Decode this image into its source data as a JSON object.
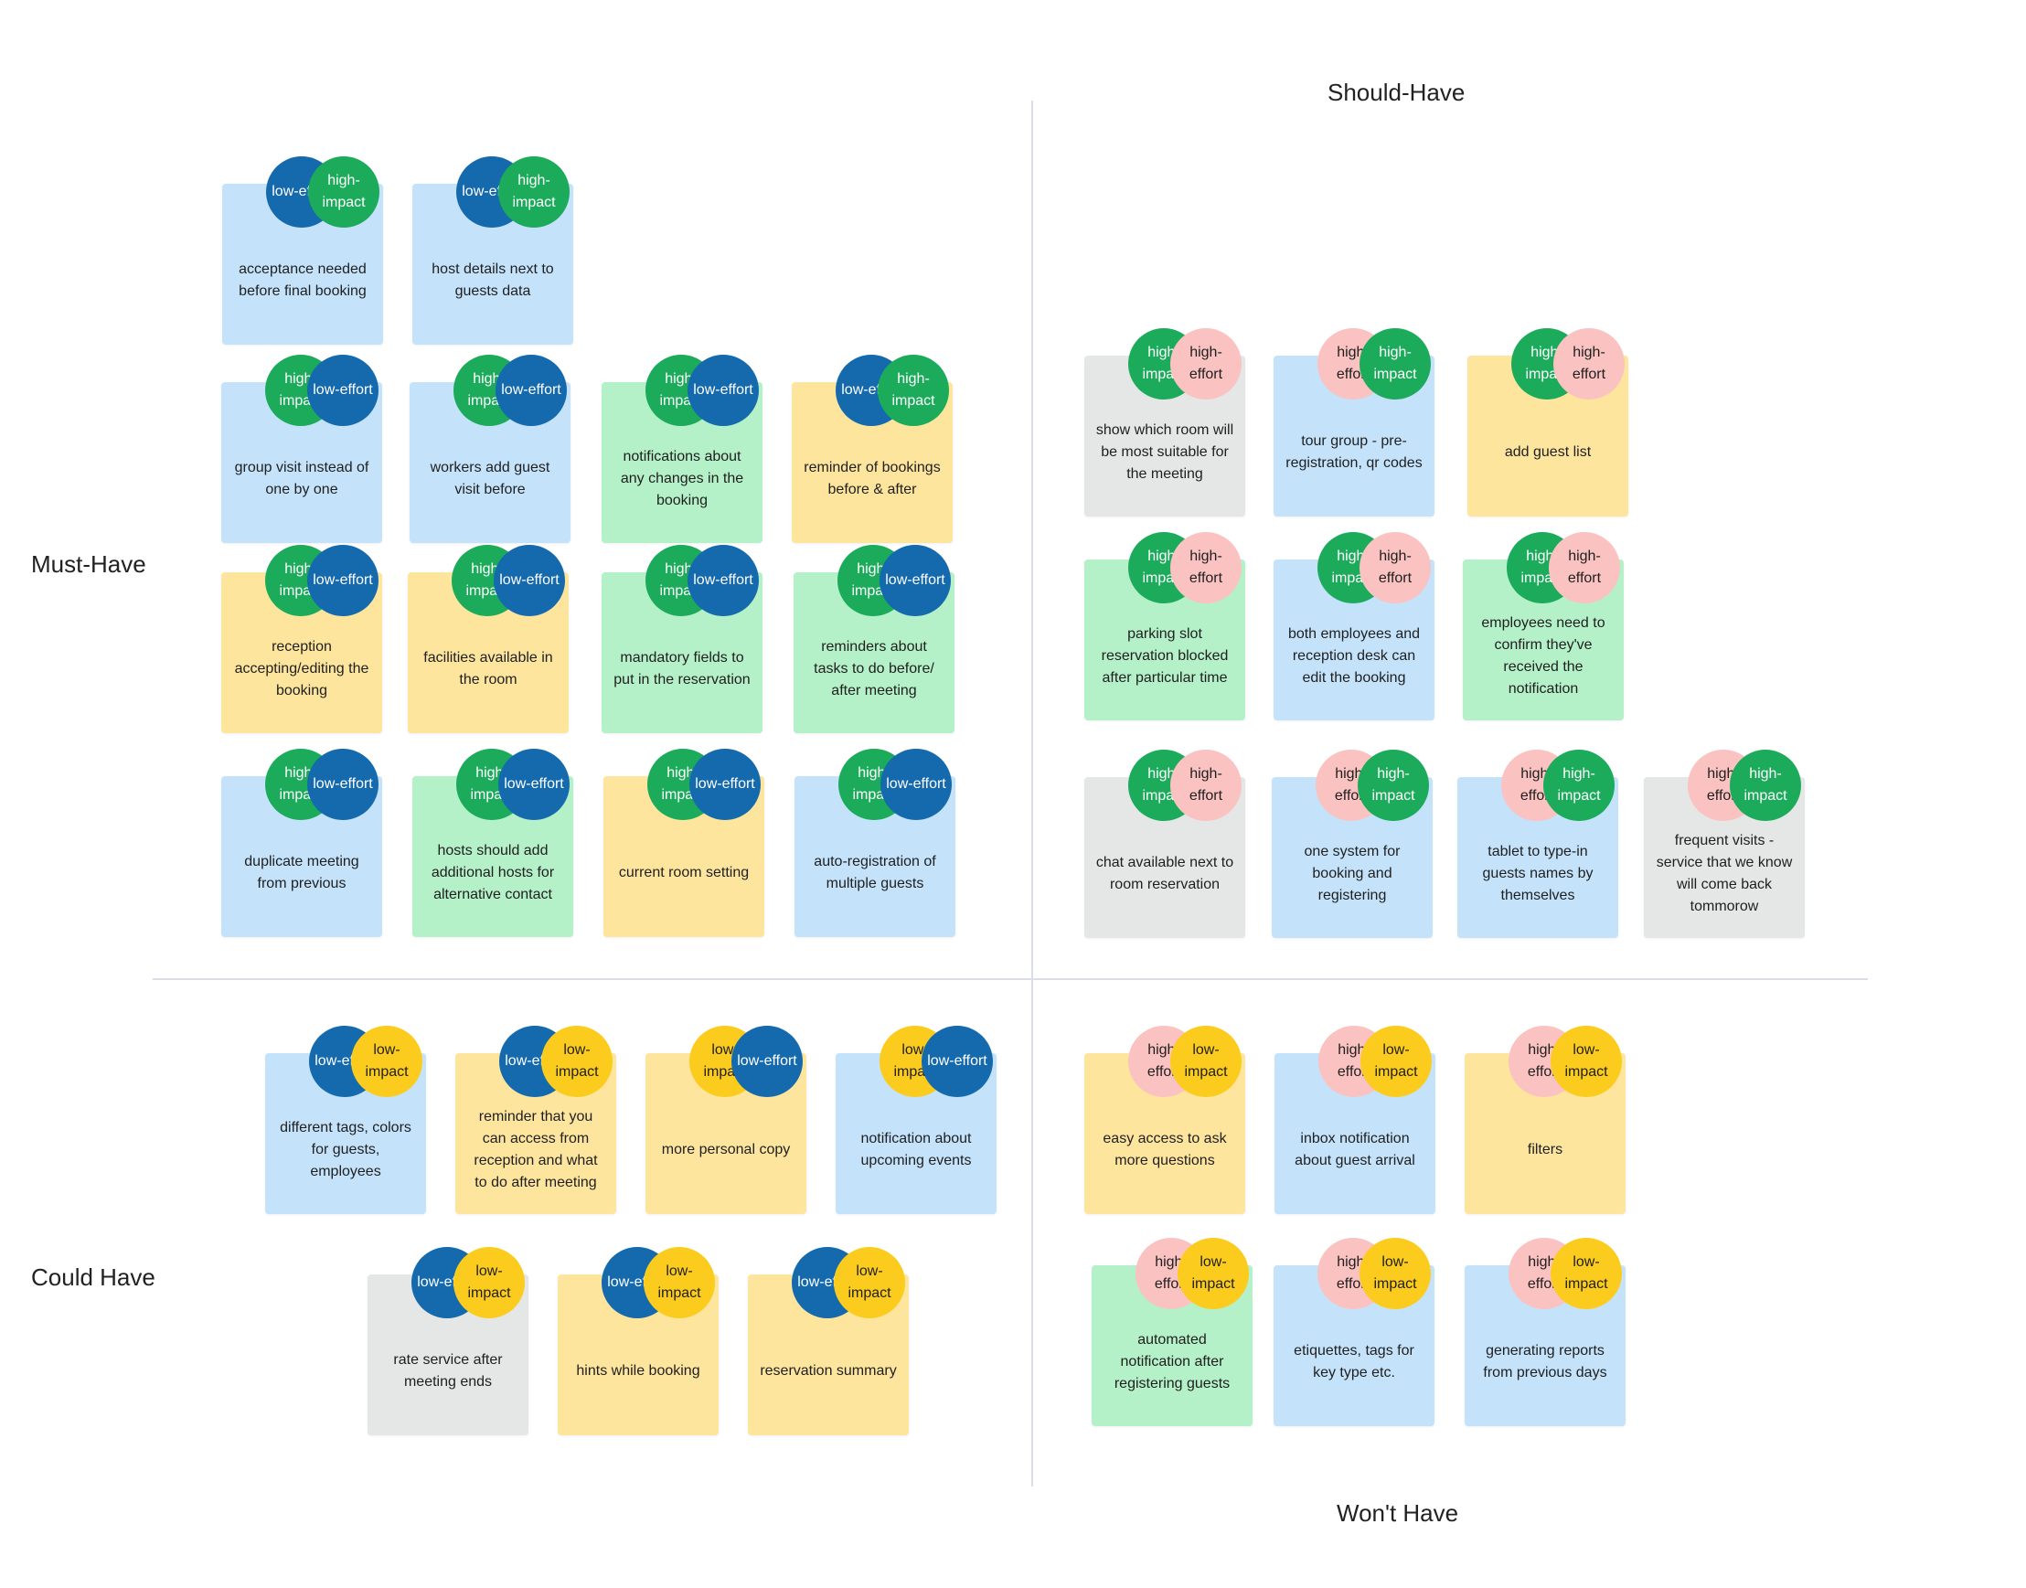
{
  "labels": {
    "must_have": "Must-Have",
    "should_have": "Should-Have",
    "could_have": "Could Have",
    "wont_have": "Won't Have"
  },
  "palette": {
    "note_blue": "#c4e3fb",
    "note_yellow": "#fde59e",
    "note_green": "#b4f0c8",
    "note_gray": "#e5e6e6",
    "dot_green": "#1bab5a",
    "dot_blue": "#1569ad",
    "dot_yellow": "#fbcc1d",
    "dot_pink": "#fac2c1"
  },
  "notes": [
    {
      "text": "acceptance needed before final booking",
      "color": "note_blue",
      "dots": [
        {
          "text": "low-effort",
          "color": "dot_blue"
        },
        {
          "text": "high-impact",
          "color": "dot_green"
        }
      ]
    },
    {
      "text": "host details next to guests data",
      "color": "note_blue",
      "dots": [
        {
          "text": "low-effort",
          "color": "dot_blue"
        },
        {
          "text": "high-impact",
          "color": "dot_green"
        }
      ]
    },
    {
      "text": "group visit instead of one by one",
      "color": "note_blue",
      "dots": [
        {
          "text": "high-impact",
          "color": "dot_green"
        },
        {
          "text": "low-effort",
          "color": "dot_blue"
        }
      ]
    },
    {
      "text": "workers add guest visit before",
      "color": "note_blue",
      "dots": [
        {
          "text": "high-impact",
          "color": "dot_green"
        },
        {
          "text": "low-effort",
          "color": "dot_blue"
        }
      ]
    },
    {
      "text": "notifications about any changes in the booking",
      "color": "note_green",
      "dots": [
        {
          "text": "high-impact",
          "color": "dot_green"
        },
        {
          "text": "low-effort",
          "color": "dot_blue"
        }
      ]
    },
    {
      "text": "reminder of bookings before & after",
      "color": "note_yellow",
      "dots": [
        {
          "text": "low-effort",
          "color": "dot_blue"
        },
        {
          "text": "high-impact",
          "color": "dot_green"
        }
      ]
    },
    {
      "text": "reception accepting/editing the booking",
      "color": "note_yellow",
      "dots": [
        {
          "text": "high-impact",
          "color": "dot_green"
        },
        {
          "text": "low-effort",
          "color": "dot_blue"
        }
      ]
    },
    {
      "text": "facilities available in the room",
      "color": "note_yellow",
      "dots": [
        {
          "text": "high-impact",
          "color": "dot_green"
        },
        {
          "text": "low-effort",
          "color": "dot_blue"
        }
      ]
    },
    {
      "text": "mandatory fields to put in the reservation",
      "color": "note_green",
      "dots": [
        {
          "text": "high-impact",
          "color": "dot_green"
        },
        {
          "text": "low-effort",
          "color": "dot_blue"
        }
      ]
    },
    {
      "text": "reminders about tasks to do before/ after meeting",
      "color": "note_green",
      "dots": [
        {
          "text": "high-impact",
          "color": "dot_green"
        },
        {
          "text": "low-effort",
          "color": "dot_blue"
        }
      ]
    },
    {
      "text": "duplicate meeting from previous",
      "color": "note_blue",
      "dots": [
        {
          "text": "high-impact",
          "color": "dot_green"
        },
        {
          "text": "low-effort",
          "color": "dot_blue"
        }
      ]
    },
    {
      "text": "hosts should add additional hosts for alternative contact",
      "color": "note_green",
      "dots": [
        {
          "text": "high-impact",
          "color": "dot_green"
        },
        {
          "text": "low-effort",
          "color": "dot_blue"
        }
      ]
    },
    {
      "text": "current room setting",
      "color": "note_yellow",
      "dots": [
        {
          "text": "high-impact",
          "color": "dot_green"
        },
        {
          "text": "low-effort",
          "color": "dot_blue"
        }
      ]
    },
    {
      "text": "auto-registration of multiple guests",
      "color": "note_blue",
      "dots": [
        {
          "text": "high-impact",
          "color": "dot_green"
        },
        {
          "text": "low-effort",
          "color": "dot_blue"
        }
      ]
    },
    {
      "text": "show which room will be most suitable for the meeting",
      "color": "note_gray",
      "dots": [
        {
          "text": "high-impact",
          "color": "dot_green"
        },
        {
          "text": "high-effort",
          "color": "dot_pink"
        }
      ]
    },
    {
      "text": "tour group - pre-registration, qr codes",
      "color": "note_blue",
      "dots": [
        {
          "text": "high-effort",
          "color": "dot_pink"
        },
        {
          "text": "high-impact",
          "color": "dot_green"
        }
      ]
    },
    {
      "text": "add guest list",
      "color": "note_yellow",
      "dots": [
        {
          "text": "high-impact",
          "color": "dot_green"
        },
        {
          "text": "high-effort",
          "color": "dot_pink"
        }
      ]
    },
    {
      "text": "parking slot reservation blocked after particular time",
      "color": "note_green",
      "dots": [
        {
          "text": "high-impact",
          "color": "dot_green"
        },
        {
          "text": "high-effort",
          "color": "dot_pink"
        }
      ]
    },
    {
      "text": "both employees and reception desk can edit the booking",
      "color": "note_blue",
      "dots": [
        {
          "text": "high-impact",
          "color": "dot_green"
        },
        {
          "text": "high-effort",
          "color": "dot_pink"
        }
      ]
    },
    {
      "text": "employees need to confirm they've received the notification",
      "color": "note_green",
      "dots": [
        {
          "text": "high-impact",
          "color": "dot_green"
        },
        {
          "text": "high-effort",
          "color": "dot_pink"
        }
      ]
    },
    {
      "text": "chat available next to room reservation",
      "color": "note_gray",
      "dots": [
        {
          "text": "high-impact",
          "color": "dot_green"
        },
        {
          "text": "high-effort",
          "color": "dot_pink"
        }
      ]
    },
    {
      "text": "one system for booking and registering",
      "color": "note_blue",
      "dots": [
        {
          "text": "high-effort",
          "color": "dot_pink"
        },
        {
          "text": "high-impact",
          "color": "dot_green"
        }
      ]
    },
    {
      "text": "tablet to type-in guests names by themselves",
      "color": "note_blue",
      "dots": [
        {
          "text": "high-effort",
          "color": "dot_pink"
        },
        {
          "text": "high-impact",
          "color": "dot_green"
        }
      ]
    },
    {
      "text": "frequent visits - service that we know will come back tommorow",
      "color": "note_gray",
      "dots": [
        {
          "text": "high-effort",
          "color": "dot_pink"
        },
        {
          "text": "high-impact",
          "color": "dot_green"
        }
      ]
    },
    {
      "text": "different tags, colors for guests, employees",
      "color": "note_blue",
      "dots": [
        {
          "text": "low-effort",
          "color": "dot_blue"
        },
        {
          "text": "low-impact",
          "color": "dot_yellow"
        }
      ]
    },
    {
      "text": "reminder that you can access from reception and what to do after meeting",
      "color": "note_yellow",
      "dots": [
        {
          "text": "low-effort",
          "color": "dot_blue"
        },
        {
          "text": "low-impact",
          "color": "dot_yellow"
        }
      ]
    },
    {
      "text": "more personal copy",
      "color": "note_yellow",
      "dots": [
        {
          "text": "low-impact",
          "color": "dot_yellow"
        },
        {
          "text": "low-effort",
          "color": "dot_blue"
        }
      ]
    },
    {
      "text": "notification about upcoming events",
      "color": "note_blue",
      "dots": [
        {
          "text": "low-impact",
          "color": "dot_yellow"
        },
        {
          "text": "low-effort",
          "color": "dot_blue"
        }
      ]
    },
    {
      "text": "rate service after meeting ends",
      "color": "note_gray",
      "dots": [
        {
          "text": "low-effort",
          "color": "dot_blue"
        },
        {
          "text": "low-impact",
          "color": "dot_yellow"
        }
      ]
    },
    {
      "text": "hints while booking",
      "color": "note_yellow",
      "dots": [
        {
          "text": "low-effort",
          "color": "dot_blue"
        },
        {
          "text": "low-impact",
          "color": "dot_yellow"
        }
      ]
    },
    {
      "text": "reservation summary",
      "color": "note_yellow",
      "dots": [
        {
          "text": "low-effort",
          "color": "dot_blue"
        },
        {
          "text": "low-impact",
          "color": "dot_yellow"
        }
      ]
    },
    {
      "text": "easy access to ask more questions",
      "color": "note_yellow",
      "dots": [
        {
          "text": "high-effort",
          "color": "dot_pink"
        },
        {
          "text": "low-impact",
          "color": "dot_yellow"
        }
      ]
    },
    {
      "text": "inbox notification about guest arrival",
      "color": "note_blue",
      "dots": [
        {
          "text": "high-effort",
          "color": "dot_pink"
        },
        {
          "text": "low-impact",
          "color": "dot_yellow"
        }
      ]
    },
    {
      "text": "filters",
      "color": "note_yellow",
      "dots": [
        {
          "text": "high-effort",
          "color": "dot_pink"
        },
        {
          "text": "low-impact",
          "color": "dot_yellow"
        }
      ]
    },
    {
      "text": "automated notification after registering guests",
      "color": "note_green",
      "dots": [
        {
          "text": "high-effort",
          "color": "dot_pink"
        },
        {
          "text": "low-impact",
          "color": "dot_yellow"
        }
      ]
    },
    {
      "text": "etiquettes, tags for key type etc.",
      "color": "note_blue",
      "dots": [
        {
          "text": "high-effort",
          "color": "dot_pink"
        },
        {
          "text": "low-impact",
          "color": "dot_yellow"
        }
      ]
    },
    {
      "text": "generating reports from previous days",
      "color": "note_blue",
      "dots": [
        {
          "text": "high-effort",
          "color": "dot_pink"
        },
        {
          "text": "low-impact",
          "color": "dot_yellow"
        }
      ]
    }
  ]
}
